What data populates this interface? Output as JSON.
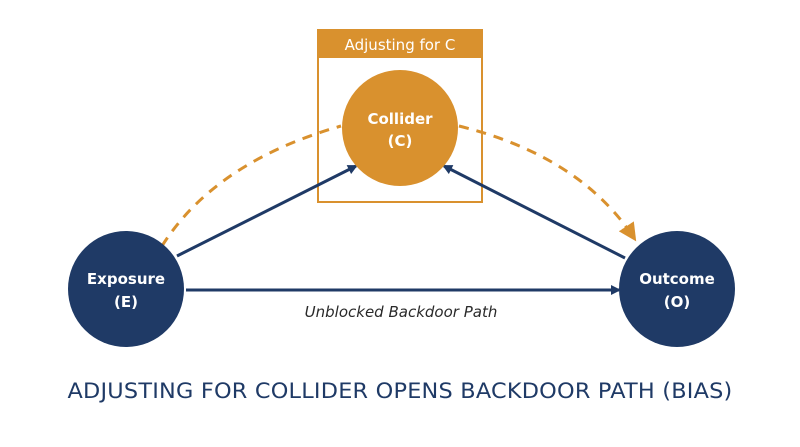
{
  "colors": {
    "navy": "#1f3a66",
    "orange": "#d9912e",
    "white": "#ffffff",
    "text": "#2a2a2a"
  },
  "adjust_box": {
    "label": "Adjusting for C"
  },
  "nodes": {
    "collider": {
      "line1": "Collider",
      "line2": "(C)"
    },
    "exposure": {
      "line1": "Exposure",
      "line2": "(E)"
    },
    "outcome": {
      "line1": "Outcome",
      "line2": "(O)"
    }
  },
  "edges": {
    "direct_label": "Unblocked Backdoor Path"
  },
  "caption": "ADJUSTING FOR COLLIDER OPENS BACKDOOR PATH (BIAS)"
}
